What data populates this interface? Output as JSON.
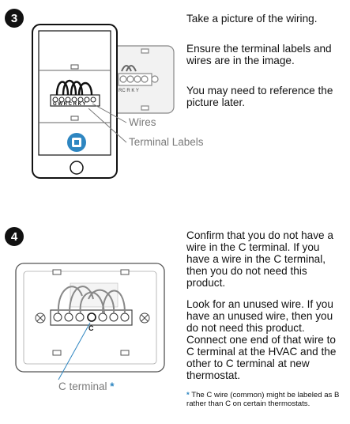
{
  "step3": {
    "number": "3",
    "paragraphs": [
      "Take a picture of the wiring.",
      "Ensure the terminal labels and wires are in the image.",
      "You may need to reference the picture later."
    ],
    "callouts": {
      "wires": "Wires",
      "terminal_labels": "Terminal Labels"
    },
    "terminal_label_text": "G W R C R K Y",
    "terminal_label_text_right": "RC R K Y"
  },
  "step4": {
    "number": "4",
    "paragraphs": [
      "Confirm that you do not have a wire in the C terminal. If you have a wire in the C terminal, then you do not need this product.",
      "Look for an unused wire. If you have an unused wire, then you do not need this product. Connect one end of that wire to C terminal at the HVAC and the other to C terminal at new thermostat."
    ],
    "terminal_letter": "C",
    "callout": "C terminal",
    "callout_star": "*",
    "footnote_star": "*",
    "footnote": "The C wire (common) might be labeled as B rather than C on certain thermostats."
  },
  "colors": {
    "accent": "#2e86c1",
    "line_gray": "#7a7a7a",
    "text": "#111111"
  },
  "icons": [
    "phone-camera-app-icon",
    "home-button-icon",
    "screw-icon",
    "terminal-screw-icon"
  ]
}
